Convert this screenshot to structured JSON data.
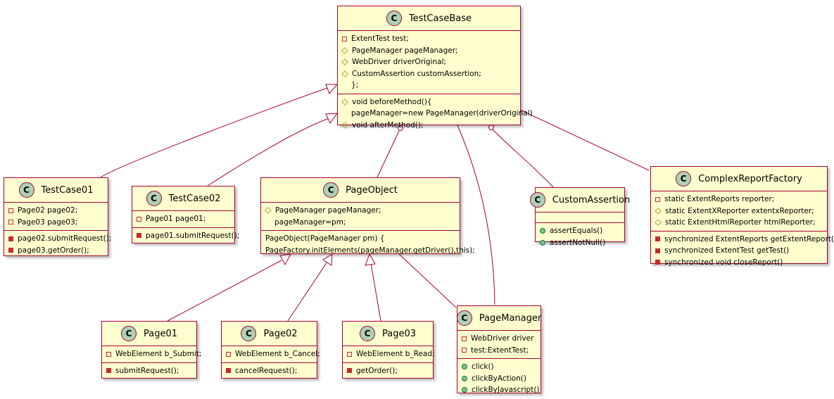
{
  "classes": {
    "testcasebase": {
      "name": "TestCaseBase",
      "fields": [
        {
          "v": "private",
          "text": "ExtentTest test;"
        },
        {
          "v": "protected",
          "text": "PageManager pageManager;"
        },
        {
          "v": "protected",
          "text": "WebDriver driverOriginal;"
        },
        {
          "v": "protected",
          "text": "CustomAssertion customAssertion;"
        },
        {
          "v": "none",
          "text": "};"
        }
      ],
      "methods": [
        {
          "v": "protected",
          "text": "void beforeMethod(){"
        },
        {
          "v": "none",
          "text": "pageManager=new PageManager(driverOriginal)"
        },
        {
          "v": "protected",
          "text": "void afterMethod();"
        }
      ]
    },
    "testcase01": {
      "name": "TestCase01",
      "fields": [
        {
          "v": "private",
          "text": "Page02 page02;"
        },
        {
          "v": "private",
          "text": "Page03 page03;"
        }
      ],
      "methods": [
        {
          "v": "private",
          "text": "page02.submitRequest();"
        },
        {
          "v": "private",
          "text": "page03.getOrder();"
        }
      ]
    },
    "testcase02": {
      "name": "TestCase02",
      "fields": [
        {
          "v": "private",
          "text": "Page01 page01;"
        }
      ],
      "methods": [
        {
          "v": "private",
          "text": "page01.submitRequest();"
        }
      ]
    },
    "pageobject": {
      "name": "PageObject",
      "fields": [
        {
          "v": "protected",
          "text": "PageManager pageManager;"
        },
        {
          "v": "none",
          "text": "pageManager=pm;"
        }
      ],
      "methods": [
        {
          "v": "plain",
          "text": "PageObject(PageManager pm) {"
        },
        {
          "v": "plain",
          "text": "PageFactory.initElements(pageManager.getDriver(),this);"
        }
      ]
    },
    "customassertion": {
      "name": "CustomAssertion",
      "fields": [],
      "methods": [
        {
          "v": "public",
          "text": "assertEquals()"
        },
        {
          "v": "public",
          "text": "assertNotNull()"
        }
      ]
    },
    "complexreportfactory": {
      "name": "ComplexReportFactory",
      "fields": [
        {
          "v": "private",
          "text": "static ExtentReports reporter;"
        },
        {
          "v": "protected",
          "text": "static ExtentXReporter extentxReporter;"
        },
        {
          "v": "protected",
          "text": "static ExtentHtmlReporter htmlReporter;"
        }
      ],
      "methods": [
        {
          "v": "private",
          "text": "synchronized ExtentReports getExtentReport()"
        },
        {
          "v": "private",
          "text": "synchronized ExtentTest getTest()"
        },
        {
          "v": "private",
          "text": "synchronized void closeReport()"
        }
      ]
    },
    "page01": {
      "name": "Page01",
      "fields": [
        {
          "v": "private",
          "text": "WebElement b_Submit;"
        }
      ],
      "methods": [
        {
          "v": "private",
          "text": "submitRequest();"
        }
      ]
    },
    "page02": {
      "name": "Page02",
      "fields": [
        {
          "v": "private",
          "text": "WebElement b_Cancel;"
        }
      ],
      "methods": [
        {
          "v": "private",
          "text": "cancelRequest();"
        }
      ]
    },
    "page03": {
      "name": "Page03",
      "fields": [
        {
          "v": "private",
          "text": "WebElement b_Read;"
        }
      ],
      "methods": [
        {
          "v": "private",
          "text": "getOrder();"
        }
      ]
    },
    "pagemanager": {
      "name": "PageManager",
      "fields": [
        {
          "v": "private",
          "text": "WebDriver driver"
        },
        {
          "v": "private",
          "text": "test:ExtentTest;"
        }
      ],
      "methods": [
        {
          "v": "public",
          "text": "click()"
        },
        {
          "v": "public",
          "text": "clickByAction()"
        },
        {
          "v": "public",
          "text": "clickByJavascript()"
        }
      ]
    }
  },
  "relations": [
    {
      "type": "inheritance",
      "from": "testcase01",
      "to": "testcasebase"
    },
    {
      "type": "inheritance",
      "from": "testcase02",
      "to": "testcasebase"
    },
    {
      "type": "aggregation",
      "from": "pageobject",
      "to": "testcasebase"
    },
    {
      "type": "association",
      "from": "pagemanager",
      "to": "testcasebase"
    },
    {
      "type": "aggregation",
      "from": "customassertion",
      "to": "testcasebase"
    },
    {
      "type": "association",
      "from": "complexreportfactory",
      "to": "testcasebase"
    },
    {
      "type": "inheritance",
      "from": "page01",
      "to": "pageobject"
    },
    {
      "type": "inheritance",
      "from": "page02",
      "to": "pageobject"
    },
    {
      "type": "inheritance",
      "from": "page03",
      "to": "pageobject"
    },
    {
      "type": "association",
      "from": "pagemanager",
      "to": "pageobject"
    }
  ],
  "colors": {
    "class_fill": "#FEFECE",
    "border": "#A80036",
    "class_icon": "#ADD1B2",
    "private": "#C82930",
    "protected": "#B38D22",
    "public": "#84BE84"
  }
}
